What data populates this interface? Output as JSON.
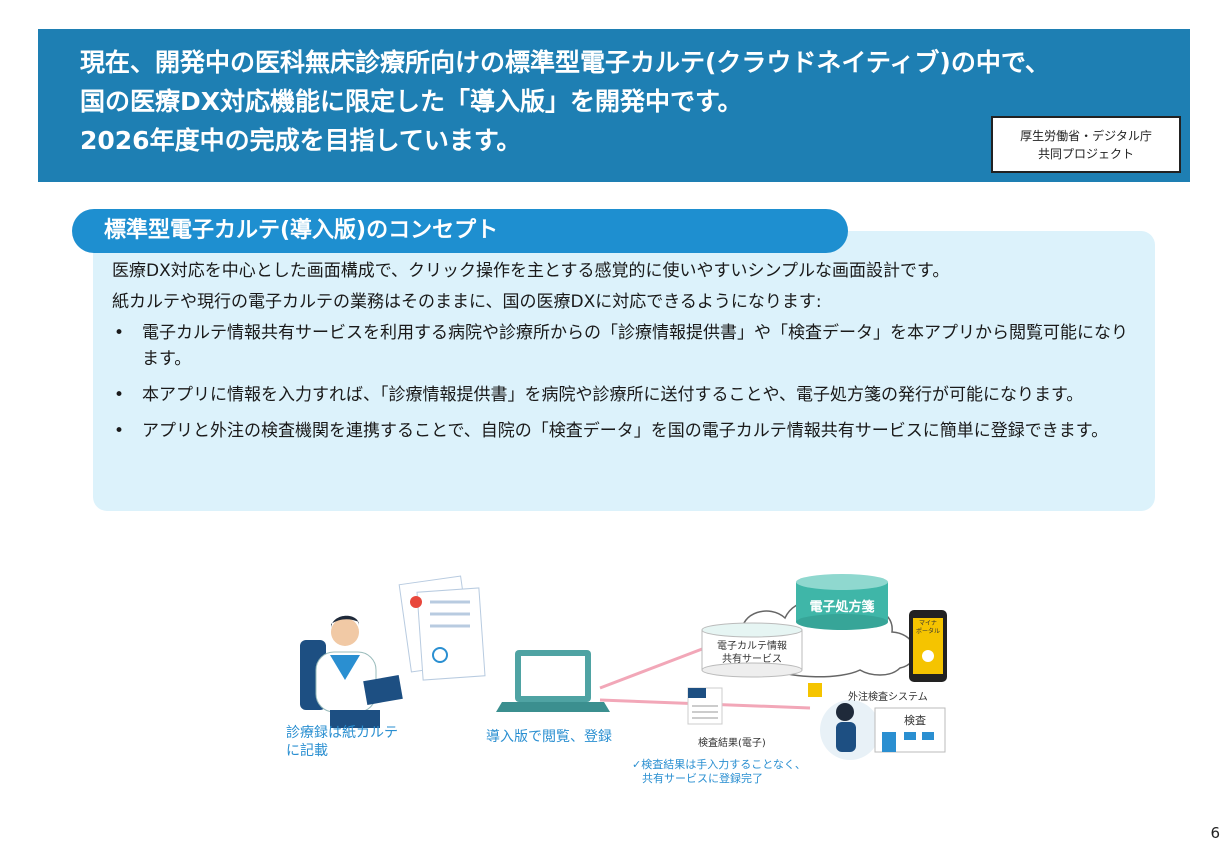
{
  "banner": {
    "line1": "現在、開発中の医科無床診療所向けの標準型電子カルテ(クラウドネイティブ)の中で、",
    "line2": "国の医療DX対応機能に限定した「導入版」を開発中です。",
    "line3": "2026年度中の完成を目指しています。",
    "badge_line1": "厚生労働省・デジタル庁",
    "badge_line2": "共同プロジェクト"
  },
  "concept": {
    "title": "標準型電子カルテ(導入版)のコンセプト",
    "para1": "医療DX対応を中心とした画面構成で、クリック操作を主とする感覚的に使いやすいシンプルな画面設計です。",
    "para2": "紙カルテや現行の電子カルテの業務はそのままに、国の医療DXに対応できるようになります:",
    "bullet_symbol": "•",
    "bullets": [
      "電子カルテ情報共有サービスを利用する病院や診療所からの「診療情報提供書」や「検査データ」を本アプリから閲覧可能になります。",
      "本アプリに情報を入力すれば、「診療情報提供書」を病院や診療所に送付することや、電子処方箋の発行が可能になります。",
      "アプリと外注の検査機関を連携することで、自院の「検査データ」を国の電子カルテ情報共有サービスに簡単に登録できます。"
    ]
  },
  "illustration": {
    "doctor_label_1": "診療録は紙カルテ",
    "doctor_label_2": "に記載",
    "laptop_label": "導入版で閲覧、登録",
    "eprescription": "電子処方箋",
    "share_service_1": "電子カルテ情報",
    "share_service_2": "共有サービス",
    "phone_1": "マイナ",
    "phone_2": "ポータル",
    "lab_system": "外注検査システム",
    "lab_sign": "検査",
    "lab_result": "検査結果(電子)",
    "note_1": "✓検査結果は手入力することなく、",
    "note_2": "共有サービスに登録完了"
  },
  "page_number": "6",
  "colors": {
    "banner": "#1e7fb3",
    "pill": "#1e8fd0",
    "box": "#dcf2fb",
    "accent_text": "#2a8fd1",
    "teal": "#3fb6a8"
  }
}
